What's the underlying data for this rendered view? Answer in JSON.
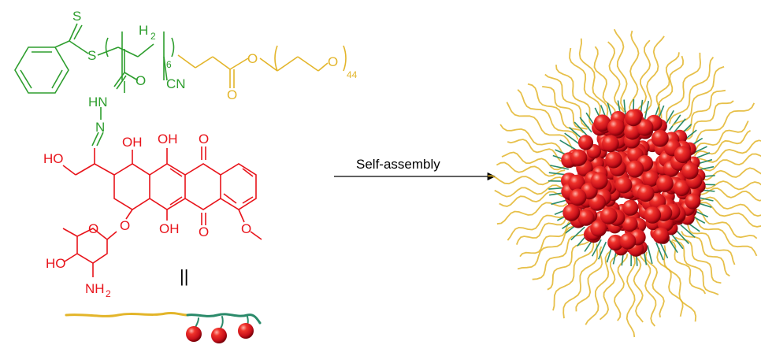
{
  "colors": {
    "green": "#2e9e2e",
    "red": "#e8141b",
    "gold": "#e3b52a",
    "black": "#000000",
    "teal": "#2a8a6a"
  },
  "labels": {
    "s_thione": "S",
    "s_ester": "S",
    "h2": "H",
    "h2_sub": "2",
    "repeat6": "6",
    "cn": "CN",
    "carbonyl_o1": "O",
    "hn": "HN",
    "n": "N",
    "ester_o": "O",
    "ester_oc": "O",
    "peg_o": "O",
    "repeat44": "44",
    "ho_left": "HO",
    "oh_c9": "OH",
    "oh_top": "OH",
    "o_quinone_top": "O",
    "o_glyc": "O",
    "oh_bottom": "OH",
    "o_quinone_bottom": "O",
    "o_methoxy": "O",
    "o_ring": "O",
    "ho_sugar": "HO",
    "nh2": "NH",
    "nh2_sub": "2"
  },
  "arrow": {
    "label": "Self-assembly"
  },
  "equals_symbol": "||"
}
